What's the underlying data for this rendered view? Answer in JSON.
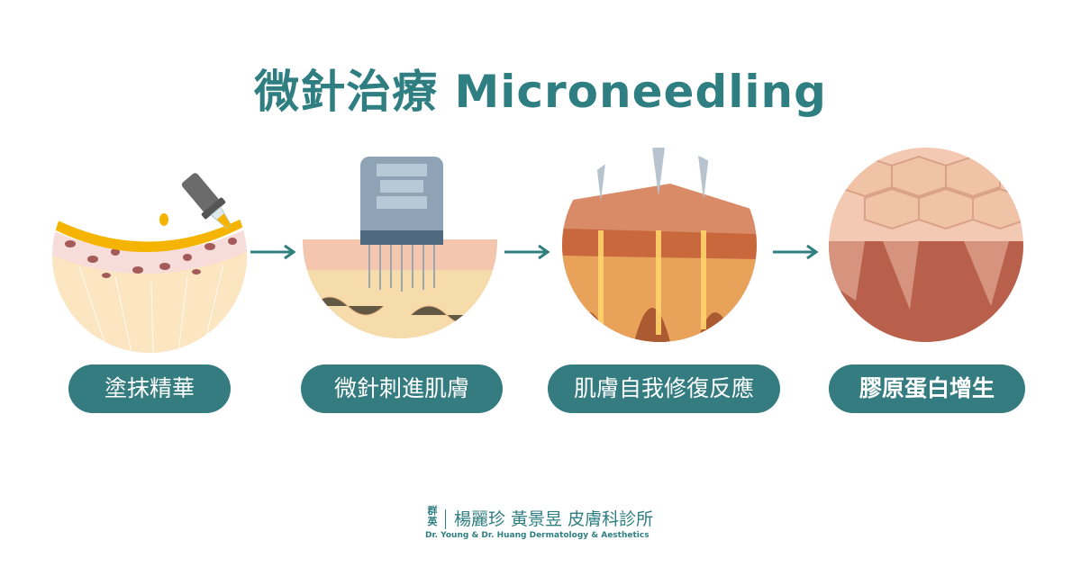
{
  "title": "微針治療 Microneedling",
  "steps": [
    {
      "label": "塗抹精華"
    },
    {
      "label": "微針刺進肌膚"
    },
    {
      "label": "肌膚自我修復反應"
    },
    {
      "label": "膠原蛋白增生"
    }
  ],
  "footer": {
    "logo_mark_top": "群",
    "logo_mark_bottom": "英",
    "clinic_name": "楊麗珍 黃景昱 皮膚科診所",
    "clinic_name_en": "Dr. Young & Dr. Huang  Dermatology & Aesthetics"
  },
  "colors": {
    "accent": "#2f7e81",
    "pill": "#347c80",
    "text_on_pill": "#ffffff"
  },
  "icons": [
    "dropper-icon",
    "microneedle-roller-icon",
    "arrow-right-icon"
  ]
}
